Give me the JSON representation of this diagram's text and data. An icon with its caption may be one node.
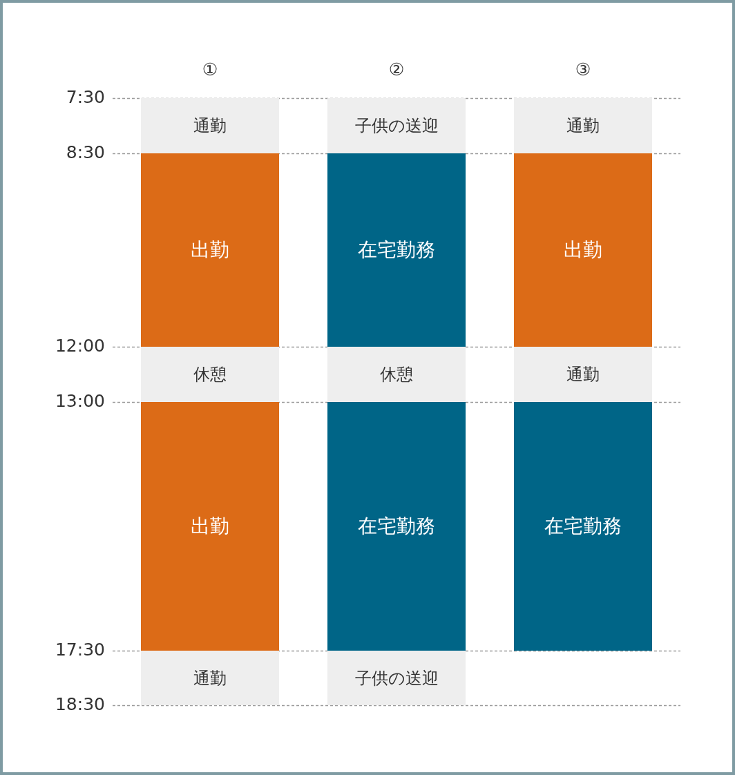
{
  "diagram": {
    "nodes": [
      {
        "text": [
          "通勤"
        ]
      },
      {
        "text": [
          "子供の送迎"
        ]
      },
      {
        "text": [
          "通勤"
        ]
      },
      {
        "text": [
          "出勤"
        ]
      },
      {
        "text": [
          "在宅勤務"
        ]
      },
      {
        "text": [
          "出勤"
        ]
      },
      {
        "text": [
          "休憩"
        ]
      },
      {
        "text": [
          "休憩"
        ]
      },
      {
        "text": [
          "通勤"
        ]
      },
      {
        "text": [
          "出勤"
        ]
      },
      {
        "text": [
          "在宅勤務"
        ]
      },
      {
        "text": [
          "在宅勤務"
        ]
      },
      {
        "text": [
          "通勤"
        ]
      },
      {
        "text": [
          "子供の送迎"
        ]
      }
    ],
    "labels": [
      "①",
      "②",
      "③",
      "7:30",
      "8:30",
      "12:00",
      "13:00",
      "17:30",
      "18:30"
    ]
  }
}
